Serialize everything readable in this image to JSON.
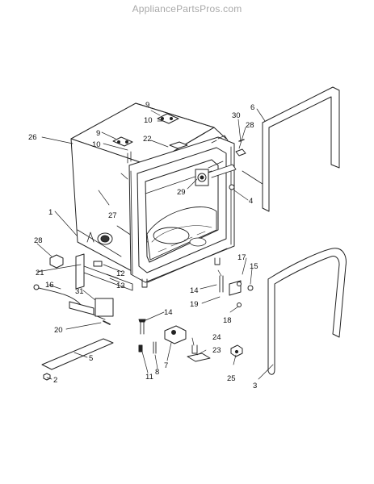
{
  "watermark": "AppliancePartsPros.com",
  "callouts": [
    {
      "id": "c1",
      "label": "1"
    },
    {
      "id": "c2",
      "label": "2"
    },
    {
      "id": "c3",
      "label": "3"
    },
    {
      "id": "c4",
      "label": "4"
    },
    {
      "id": "c5",
      "label": "5"
    },
    {
      "id": "c6",
      "label": "6"
    },
    {
      "id": "c7",
      "label": "7"
    },
    {
      "id": "c8",
      "label": "8"
    },
    {
      "id": "c9a",
      "label": "9"
    },
    {
      "id": "c9b",
      "label": "9"
    },
    {
      "id": "c10a",
      "label": "10"
    },
    {
      "id": "c10b",
      "label": "10"
    },
    {
      "id": "c11",
      "label": "11"
    },
    {
      "id": "c12",
      "label": "12"
    },
    {
      "id": "c13",
      "label": "13"
    },
    {
      "id": "c14a",
      "label": "14"
    },
    {
      "id": "c14b",
      "label": "14"
    },
    {
      "id": "c15",
      "label": "15"
    },
    {
      "id": "c16",
      "label": "16"
    },
    {
      "id": "c17",
      "label": "17"
    },
    {
      "id": "c18",
      "label": "18"
    },
    {
      "id": "c19",
      "label": "19"
    },
    {
      "id": "c20",
      "label": "20"
    },
    {
      "id": "c21",
      "label": "21"
    },
    {
      "id": "c22",
      "label": "22"
    },
    {
      "id": "c23",
      "label": "23"
    },
    {
      "id": "c24",
      "label": "24"
    },
    {
      "id": "c25",
      "label": "25"
    },
    {
      "id": "c26",
      "label": "26"
    },
    {
      "id": "c27",
      "label": "27"
    },
    {
      "id": "c28a",
      "label": "28"
    },
    {
      "id": "c28b",
      "label": "28"
    },
    {
      "id": "c29",
      "label": "29"
    },
    {
      "id": "c30",
      "label": "30"
    },
    {
      "id": "c31",
      "label": "31"
    }
  ]
}
